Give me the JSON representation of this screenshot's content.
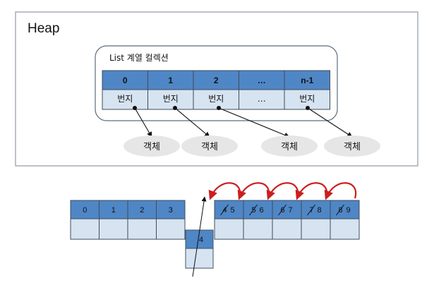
{
  "heap": {
    "title": "Heap"
  },
  "list": {
    "title": "List 계열 컬렉션",
    "indices": [
      "0",
      "1",
      "2",
      "…",
      "n-1"
    ],
    "cells": [
      "번지",
      "번지",
      "번지",
      "…",
      "번지"
    ]
  },
  "objects": [
    "객체",
    "객체",
    "객체",
    "객체"
  ],
  "insertion": {
    "left_indices": [
      "0",
      "1",
      "2",
      "3"
    ],
    "inserted": "4",
    "shifted": [
      {
        "old": "4",
        "new": "5"
      },
      {
        "old": "5",
        "new": "6"
      },
      {
        "old": "6",
        "new": "7"
      },
      {
        "old": "7",
        "new": "8"
      },
      {
        "old": "8",
        "new": "9"
      }
    ]
  },
  "colors": {
    "index_fill": "#4f86c6",
    "cell_fill": "#d6e3f1",
    "object_fill": "#e6e6e6",
    "arrow_red": "#cc1e1e",
    "border": "#5a6a7a"
  }
}
